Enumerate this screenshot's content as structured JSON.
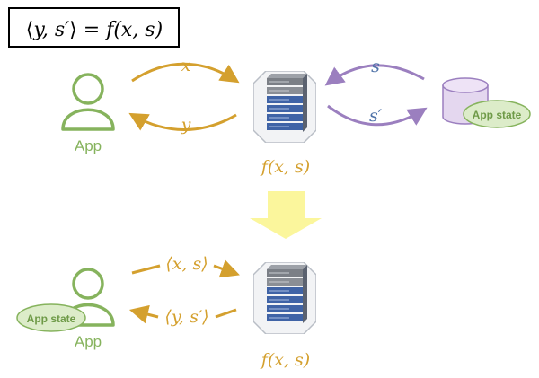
{
  "colors": {
    "green": "#86b35d",
    "green_fill": "#dcecc9",
    "gold": "#d4a02e",
    "purple": "#9b7fbf",
    "purple_fill": "#e4d7ef",
    "blue_text": "#4f72a8",
    "yellow_arrow": "#fbf69c",
    "black": "#000000"
  },
  "icons": {
    "user": "person-outline-icon",
    "server": "server-rack-icon",
    "database": "database-cylinder-icon",
    "transform": "down-arrow-icon"
  },
  "formula": {
    "lhs_open": "⟨",
    "lhs_vars": "y, s′",
    "lhs_close": "⟩",
    "eq": " = ",
    "rhs": "f(x, s)"
  },
  "top": {
    "app_label": "App",
    "request_label": "x",
    "response_label": "y",
    "server_label": "f(x, s)",
    "state_in_label": "s",
    "state_out_label": "s′",
    "state_badge": "App state"
  },
  "bottom": {
    "app_label": "App",
    "state_badge": "App state",
    "request_label": "⟨x, s⟩",
    "response_label": "⟨y, s′⟩",
    "server_label": "f(x, s)"
  }
}
